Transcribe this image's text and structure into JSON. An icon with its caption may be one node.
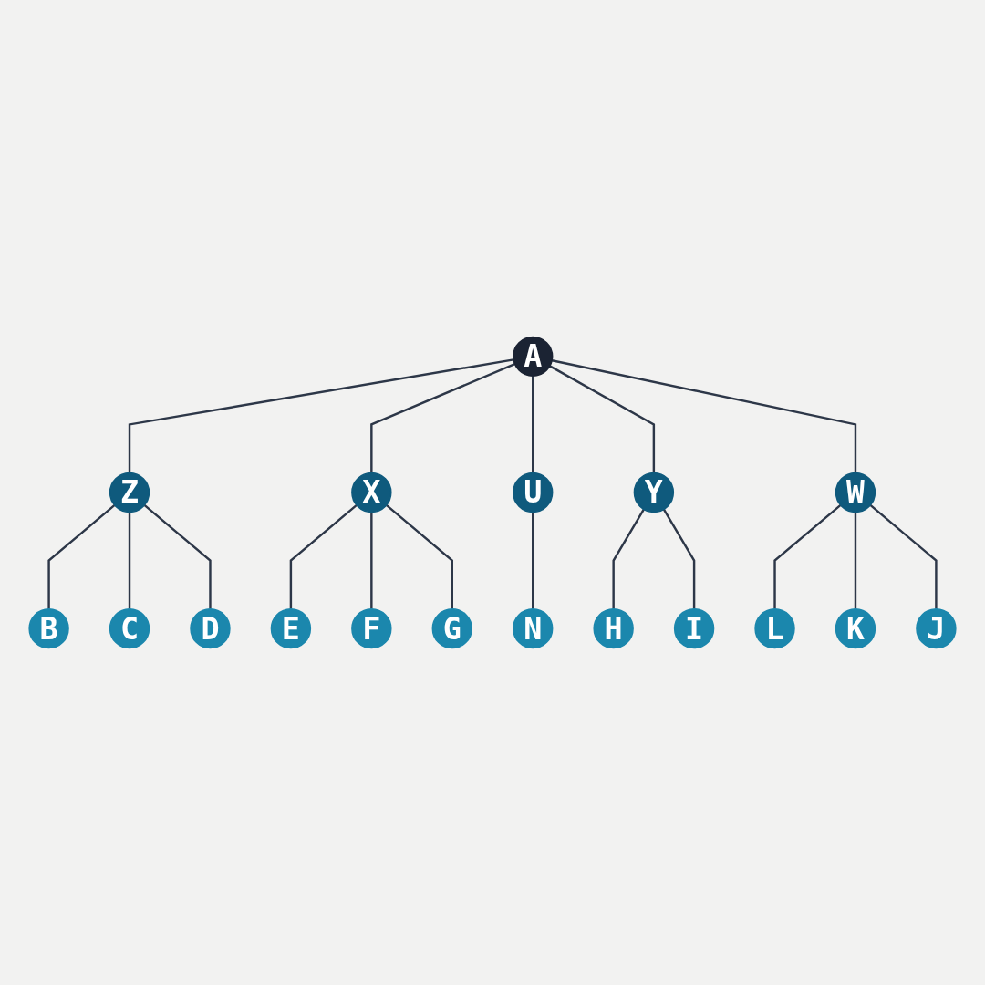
{
  "diagram": {
    "nodes": [
      {
        "text": [
          "D"
        ]
      },
      {
        "text": [
          "E"
        ]
      },
      {
        "text": [
          "C"
        ]
      },
      {
        "text": [
          "F"
        ]
      },
      {
        "text": [
          "G"
        ]
      },
      {
        "text": [
          "B"
        ]
      },
      {
        "text": [
          "Z"
        ]
      },
      {
        "text": [
          "X"
        ]
      },
      {
        "text": [
          "A"
        ]
      },
      {
        "text": [
          "H"
        ]
      },
      {
        "text": [
          "Y"
        ]
      },
      {
        "text": [
          "U"
        ]
      },
      {
        "text": [
          "N"
        ]
      },
      {
        "text": [
          "I"
        ]
      },
      {
        "text": [
          "W"
        ]
      },
      {
        "text": [
          "J"
        ]
      },
      {
        "text": [
          "L"
        ]
      },
      {
        "text": [
          "K"
        ]
      }
    ],
    "edges": [
      {
        "from": 8,
        "to": 6,
        "arrow": "none"
      },
      {
        "from": 8,
        "to": 7,
        "arrow": "none"
      },
      {
        "from": 8,
        "to": 11,
        "arrow": "none"
      },
      {
        "from": 8,
        "to": 10,
        "arrow": "none"
      },
      {
        "from": 8,
        "to": 14,
        "arrow": "none"
      },
      {
        "from": 6,
        "to": 5,
        "arrow": "none"
      },
      {
        "from": 6,
        "to": 2,
        "arrow": "none"
      },
      {
        "from": 6,
        "to": 0,
        "arrow": "none"
      },
      {
        "from": 7,
        "to": 1,
        "arrow": "none"
      },
      {
        "from": 7,
        "to": 3,
        "arrow": "none"
      },
      {
        "from": 7,
        "to": 4,
        "arrow": "none"
      },
      {
        "from": 10,
        "to": 9,
        "arrow": "none"
      },
      {
        "from": 10,
        "to": 13,
        "arrow": "none"
      },
      {
        "from": 11,
        "to": 12,
        "arrow": "none"
      },
      {
        "from": 14,
        "to": 16,
        "arrow": "none"
      },
      {
        "from": 14,
        "to": 17,
        "arrow": "none"
      },
      {
        "from": 14,
        "to": 15,
        "arrow": "none"
      }
    ]
  }
}
